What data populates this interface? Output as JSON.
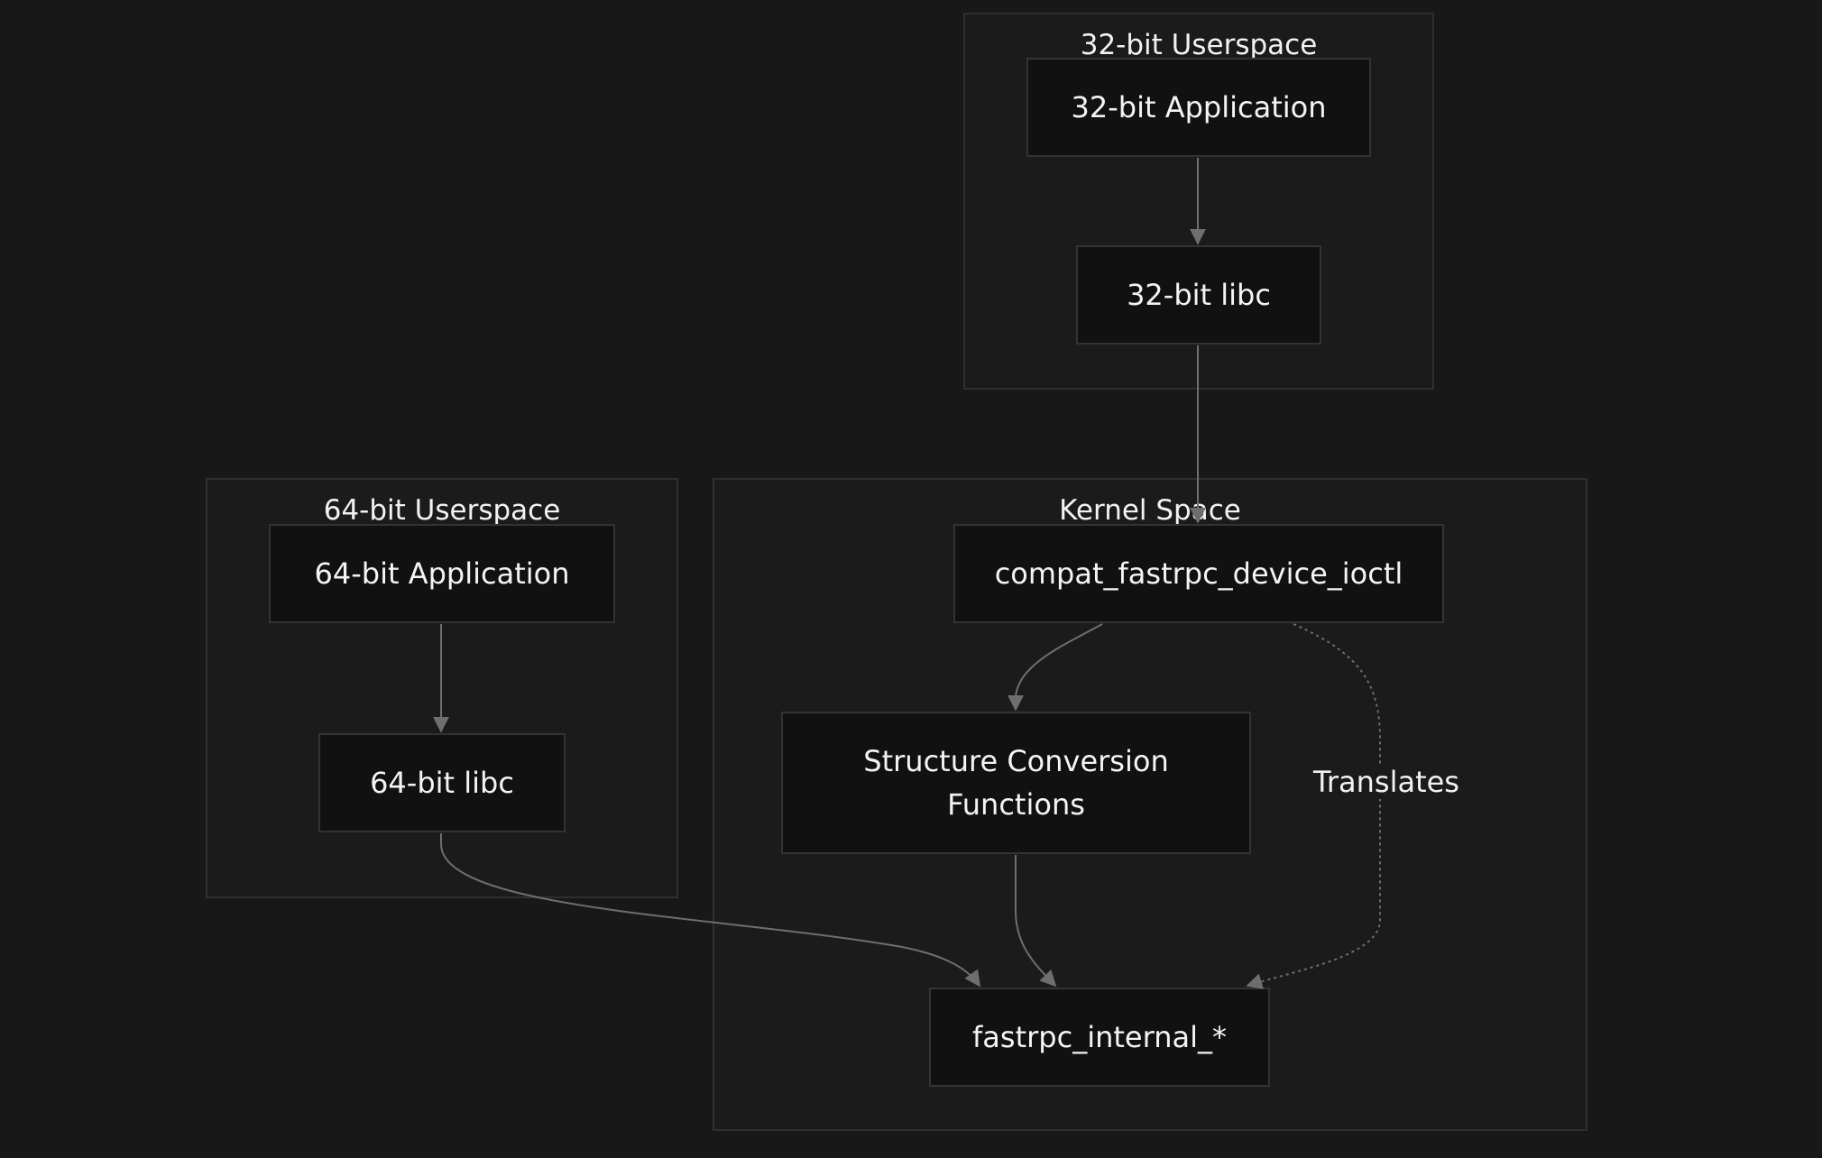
{
  "clusters": {
    "userspace32": {
      "label": "32-bit Userspace"
    },
    "userspace64": {
      "label": "64-bit Userspace"
    },
    "kernel": {
      "label": "Kernel Space"
    }
  },
  "nodes": {
    "app32": {
      "label": "32-bit Application"
    },
    "libc32": {
      "label": "32-bit libc"
    },
    "app64": {
      "label": "64-bit Application"
    },
    "libc64": {
      "label": "64-bit libc"
    },
    "compat_ioctl": {
      "label": "compat_fastrpc_device_ioctl"
    },
    "struct_conv": {
      "label_line1": "Structure Conversion",
      "label_line2": "Functions"
    },
    "internal": {
      "label": "fastrpc_internal_*"
    }
  },
  "edges": [
    {
      "from": "32-bit Application",
      "to": "32-bit libc",
      "style": "solid",
      "label": ""
    },
    {
      "from": "32-bit libc",
      "to": "compat_fastrpc_device_ioctl",
      "style": "solid",
      "label": ""
    },
    {
      "from": "64-bit Application",
      "to": "64-bit libc",
      "style": "solid",
      "label": ""
    },
    {
      "from": "64-bit libc",
      "to": "fastrpc_internal_*",
      "style": "solid",
      "label": ""
    },
    {
      "from": "compat_fastrpc_device_ioctl",
      "to": "Structure Conversion Functions",
      "style": "solid",
      "label": ""
    },
    {
      "from": "Structure Conversion Functions",
      "to": "fastrpc_internal_*",
      "style": "solid",
      "label": ""
    },
    {
      "from": "compat_fastrpc_device_ioctl",
      "to": "fastrpc_internal_*",
      "style": "dotted",
      "label": "Translates"
    }
  ],
  "colors": {
    "background": "#181818",
    "cluster_fill": "#1b1b1b",
    "cluster_border": "#2f2f2f",
    "node_fill": "#111111",
    "node_border": "#333333",
    "edge": "#6e6e6e",
    "text": "#f2f2f2"
  }
}
